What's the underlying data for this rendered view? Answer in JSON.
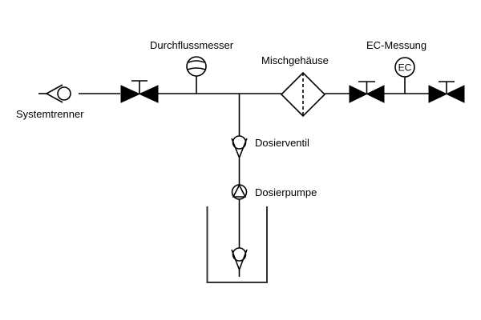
{
  "diagram": {
    "title": "Dosing system schematic",
    "labels": {
      "systemtrenner": "Systemtrenner",
      "durchflussmesser": "Durchflussmesser",
      "mischgehaeuse": "Mischgehäuse",
      "ec_messung": "EC-Messung",
      "dosierventil": "Dosierventil",
      "dosierpumpe": "Dosierpumpe"
    },
    "ec_symbol_text": "EC",
    "components": [
      {
        "id": "systemtrenner",
        "type": "backflow-preventer"
      },
      {
        "id": "valve-1",
        "type": "gate-valve"
      },
      {
        "id": "durchflussmesser",
        "type": "flow-meter"
      },
      {
        "id": "mischgehaeuse",
        "type": "mixing-housing"
      },
      {
        "id": "valve-2",
        "type": "gate-valve"
      },
      {
        "id": "ec-messung",
        "type": "ec-sensor"
      },
      {
        "id": "valve-3",
        "type": "gate-valve"
      },
      {
        "id": "dosierventil",
        "type": "check-valve"
      },
      {
        "id": "dosierpumpe",
        "type": "pump"
      },
      {
        "id": "foot-valve",
        "type": "check-valve"
      },
      {
        "id": "tank",
        "type": "container"
      }
    ]
  }
}
